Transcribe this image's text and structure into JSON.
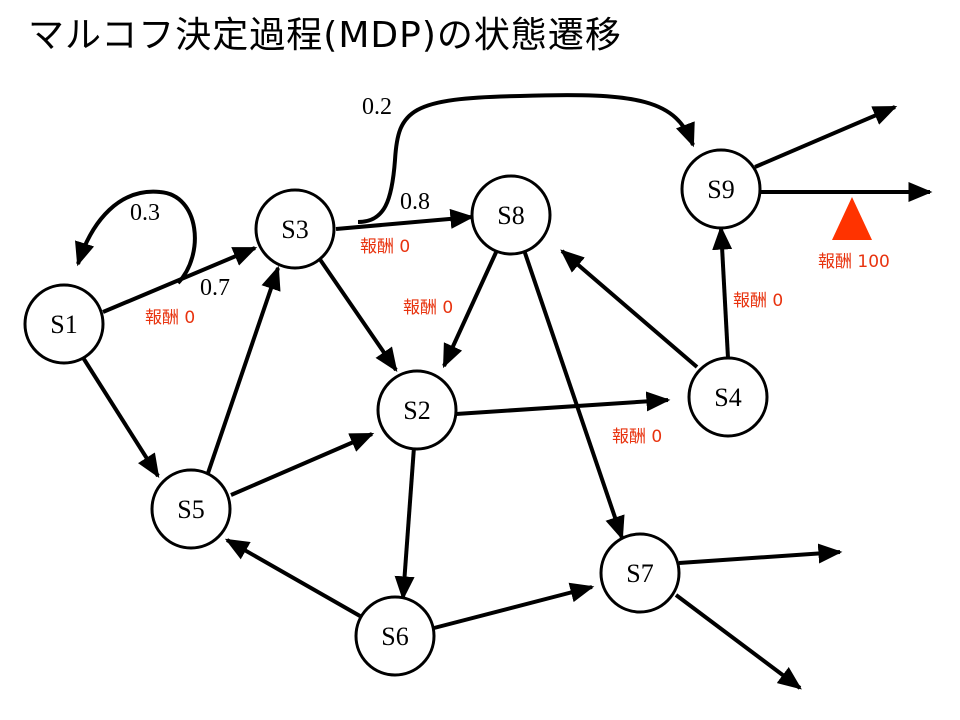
{
  "title": "マルコフ決定過程(MDP)の状態遷移",
  "nodes": {
    "s1": "S1",
    "s2": "S2",
    "s3": "S3",
    "s4": "S4",
    "s5": "S5",
    "s6": "S6",
    "s7": "S7",
    "s8": "S8",
    "s9": "S9"
  },
  "probabilities": {
    "s1_self": "0.3",
    "s1_to_s3": "0.7",
    "s3_to_s9": "0.2",
    "s3_to_s8": "0.8"
  },
  "rewards": {
    "s1_to_s3": "報酬 0",
    "s3_to_s8": "報酬 0",
    "s8_to_s2": "報酬 0",
    "s2_to_s4": "報酬 0",
    "s4_to_s9": "報酬 0",
    "s9_exit": "報酬 100"
  },
  "colors": {
    "reward_text": "#e8330f",
    "reward_marker": "#ff3300"
  }
}
